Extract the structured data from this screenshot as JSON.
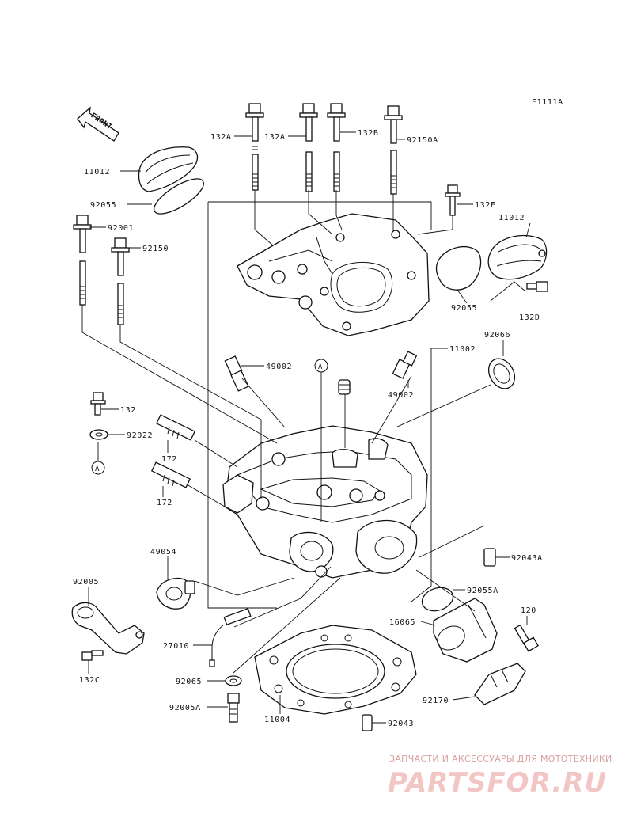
{
  "diagram_code": "E1111A",
  "front_label": "FRONT",
  "parts": {
    "p11012a": "11012",
    "p92055a": "92055",
    "p132A_1": "132A",
    "p132A_2": "132A",
    "p132B": "132B",
    "p92150A": "92150A",
    "p132E": "132E",
    "p11012b": "11012",
    "p92001": "92001",
    "p92150": "92150",
    "p92055b": "92055",
    "p132D": "132D",
    "p11002": "11002",
    "p92066": "92066",
    "p49002a": "49002",
    "p49002b": "49002",
    "refA1": "A",
    "refA2": "A",
    "p132": "132",
    "p92022": "92022",
    "p172a": "172",
    "p172b": "172",
    "p49054": "49054",
    "p92043A": "92043A",
    "p92005": "92005",
    "p92055A": "92055A",
    "p120": "120",
    "p16065": "16065",
    "p27010": "27010",
    "p132C": "132C",
    "p92065": "92065",
    "p92170": "92170",
    "p92005A": "92005A",
    "p11004": "11004",
    "p92043": "92043"
  },
  "watermark": {
    "tagline": "ЗАПЧАСТИ И АКСЕССУАРЫ ДЛЯ МОТОТЕХНИКИ",
    "brand": "PARTSFOR.RU",
    "color": "#f3c6c6"
  }
}
